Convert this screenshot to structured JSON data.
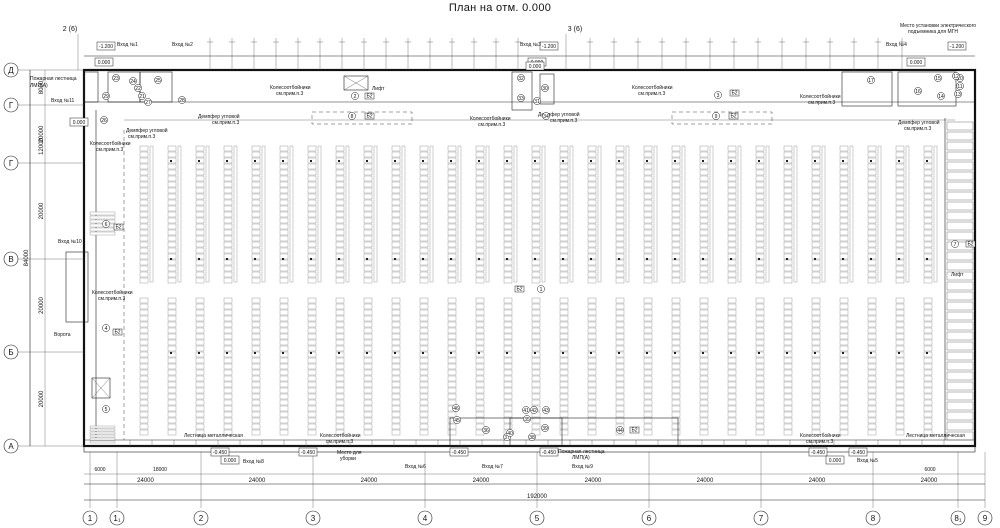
{
  "title": "План на отм. 0.000",
  "axes_bottom": [
    "1",
    "1₁",
    "2",
    "3",
    "4",
    "5",
    "6",
    "7",
    "8",
    "8₁",
    "9"
  ],
  "axes_left": [
    "Д",
    "Г",
    "Г",
    "В",
    "Б",
    "А"
  ],
  "axes_top": [
    "2 (6)",
    "3 (6)"
  ],
  "dims_bottom": [
    "24000",
    "24000",
    "24000",
    "24000",
    "24000",
    "24000",
    "24000",
    "24000"
  ],
  "dim_total": "192000",
  "dim_small": [
    "6000",
    "18000",
    "6000"
  ],
  "dims_left": [
    "20000",
    "12000",
    "20000",
    "20000",
    "20000",
    "8000"
  ],
  "dim_left_total": "84000",
  "levels": [
    "-1.200",
    "0.000",
    "-1.200",
    "0.000",
    "-1.200",
    "0.000",
    "0.000",
    "0.000",
    "-0.450",
    "-0.450",
    "-0.450",
    "-0.450",
    "-0.450",
    "-0.450",
    "0.000",
    "0.000"
  ],
  "entrances": {
    "v1": "Вход №1",
    "v2": "Вход №2",
    "v3": "Вход №3",
    "v4": "Вход №4",
    "v6": "Вход №6",
    "v7": "Вход №7",
    "v8": "Вход №8",
    "v9": "Вход №9",
    "v5": "Вход №5",
    "v10": "Вход №10",
    "v11": "Вход №11"
  },
  "labels": {
    "fire_stair_left": "Пожарная лестница",
    "fire_stair_left_2": "ЛМП(А)",
    "fire_stair_bottom": "Пожарная лестница",
    "fire_stair_bottom_2": "ЛМП(А)",
    "lift_top": "Лифт",
    "lift_right": "Лифт",
    "wheel_stop_1": "Колесоотбойники",
    "wheel_stop_1b": "см.прим.п.3",
    "wheel_stop_2": "Колесоотбойники",
    "wheel_stop_2b": "см.прим.п.3",
    "wheel_stop_3": "Колесоотбойники",
    "wheel_stop_3b": "см.прим.п.3",
    "wheel_stop_4": "Колесоотбойники",
    "wheel_stop_4b": "см.прим.п.3",
    "wheel_stop_5": "Колесоотбойники",
    "wheel_stop_5b": "см.прим.п.3",
    "wheel_stop_6": "Колесоотбойники",
    "wheel_stop_6b": "см.прим.п.3",
    "wheel_stop_7": "Колесоотбойники",
    "wheel_stop_7b": "см.прим.п.3",
    "wheel_stop_8": "Колесоотбойники",
    "wheel_stop_8b": "см.прим.п.3",
    "damper_1": "Демпфер угловой",
    "damper_1b": "см.прим.п.3",
    "damper_2": "Демпфер угловой",
    "damper_2b": "см.прим.п.3",
    "damper_3": "Демпфер угловой",
    "damper_3b": "см.прим.п.3",
    "damper_4": "Демпфер угловой",
    "damper_4b": "см.прим.п.3",
    "metal_stair_left": "Лестница металлическая",
    "metal_stair_right": "Лестница металлическая",
    "cleaning_place": "Место для",
    "cleaning_place_2": "уборки",
    "elevator_install": "Место установки электрического",
    "elevator_install_2": "подъемника для МГН",
    "gate_left": "Ворота"
  },
  "rooms": [
    "1",
    "2",
    "3",
    "4",
    "5",
    "6",
    "7",
    "8",
    "9",
    "10",
    "11",
    "12",
    "13",
    "14",
    "15",
    "16",
    "17",
    "21",
    "22",
    "23",
    "24",
    "25",
    "26",
    "27",
    "28",
    "29",
    "30",
    "31",
    "32",
    "33",
    "34",
    "35",
    "36",
    "37",
    "38",
    "39",
    "40",
    "41",
    "42",
    "43",
    "44",
    "45",
    "46"
  ],
  "area_tags": [
    "Б2",
    "Б2",
    "Б2",
    "Б2",
    "Б2",
    "Б2",
    "Б2",
    "Б2",
    "Б2"
  ]
}
